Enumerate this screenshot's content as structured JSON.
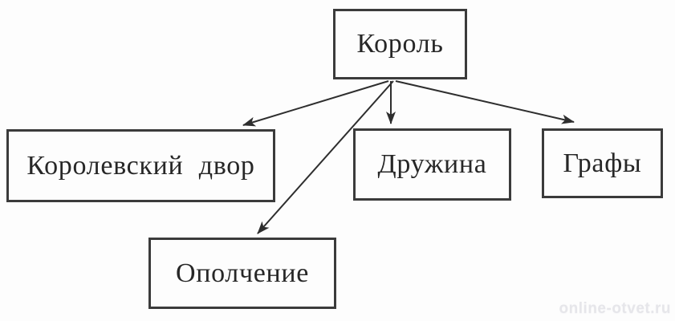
{
  "diagram": {
    "type": "hierarchy",
    "root": "Король",
    "nodes": {
      "king": {
        "label": "Король"
      },
      "royal_court": {
        "label": "Королевский двор"
      },
      "druzhina": {
        "label": "Дружина"
      },
      "counts": {
        "label": "Графы"
      },
      "militia": {
        "label": "Ополчение"
      }
    },
    "edges": [
      {
        "from": "Король",
        "to": "Королевский двор"
      },
      {
        "from": "Король",
        "to": "Дружина"
      },
      {
        "from": "Король",
        "to": "Графы"
      },
      {
        "from": "Король",
        "to": "Ополчение"
      }
    ],
    "colors": {
      "background": "#fdfdfd",
      "box_border": "#3b3b3b",
      "text": "#272727",
      "arrow": "#2e2e2e",
      "watermark_text": "#e6e6ea"
    }
  },
  "watermark": {
    "text": "online-otvet.ru"
  }
}
